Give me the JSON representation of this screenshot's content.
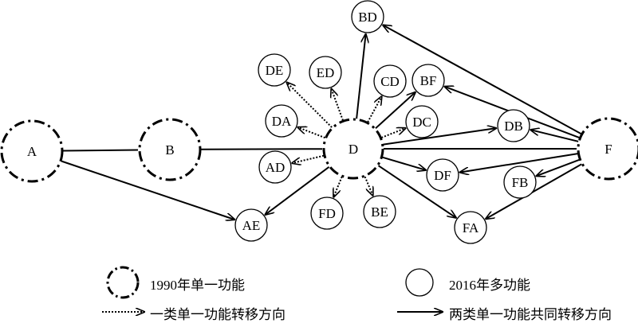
{
  "nodes": {
    "A": "A",
    "B": "B",
    "D": "D",
    "F": "F",
    "BD": "BD",
    "DE": "DE",
    "ED": "ED",
    "CD": "CD",
    "BF": "BF",
    "DA": "DA",
    "DC": "DC",
    "DB": "DB",
    "AD": "AD",
    "DF": "DF",
    "FB": "FB",
    "FD": "FD",
    "BE": "BE",
    "AE": "AE",
    "FA": "FA"
  },
  "legend": {
    "single_function_1990": "1990年单一功能",
    "multi_function_2016": "2016年多功能",
    "one_type_transfer": "一类单一功能转移方向",
    "two_type_transfer": "两类单一功能共同转移方向"
  },
  "edges": [
    {
      "from": "A",
      "to": "B",
      "style": "line"
    },
    {
      "from": "B",
      "to": "D",
      "style": "line"
    },
    {
      "from": "D",
      "to": "F",
      "style": "line"
    },
    {
      "from": "A",
      "to": "AE",
      "style": "solid-arrow"
    },
    {
      "from": "D",
      "to": "AE",
      "style": "solid-arrow"
    },
    {
      "from": "D",
      "to": "BD",
      "style": "solid-arrow"
    },
    {
      "from": "D",
      "to": "BF",
      "style": "solid-arrow"
    },
    {
      "from": "D",
      "to": "DB",
      "style": "solid-arrow"
    },
    {
      "from": "D",
      "to": "DF",
      "style": "solid-arrow"
    },
    {
      "from": "D",
      "to": "FA",
      "style": "solid-arrow"
    },
    {
      "from": "F",
      "to": "BD",
      "style": "solid-arrow"
    },
    {
      "from": "F",
      "to": "BF",
      "style": "solid-arrow"
    },
    {
      "from": "F",
      "to": "DB",
      "style": "solid-arrow"
    },
    {
      "from": "F",
      "to": "DF",
      "style": "solid-arrow"
    },
    {
      "from": "F",
      "to": "FB",
      "style": "solid-arrow"
    },
    {
      "from": "F",
      "to": "FA",
      "style": "solid-arrow"
    },
    {
      "from": "D",
      "to": "DE",
      "style": "dotted-arrow"
    },
    {
      "from": "D",
      "to": "ED",
      "style": "dotted-arrow"
    },
    {
      "from": "D",
      "to": "CD",
      "style": "dotted-arrow"
    },
    {
      "from": "D",
      "to": "DA",
      "style": "dotted-arrow"
    },
    {
      "from": "D",
      "to": "DC",
      "style": "dotted-arrow"
    },
    {
      "from": "D",
      "to": "AD",
      "style": "dotted-arrow"
    },
    {
      "from": "D",
      "to": "FD",
      "style": "dotted-arrow"
    },
    {
      "from": "D",
      "to": "BE",
      "style": "dotted-arrow"
    }
  ]
}
